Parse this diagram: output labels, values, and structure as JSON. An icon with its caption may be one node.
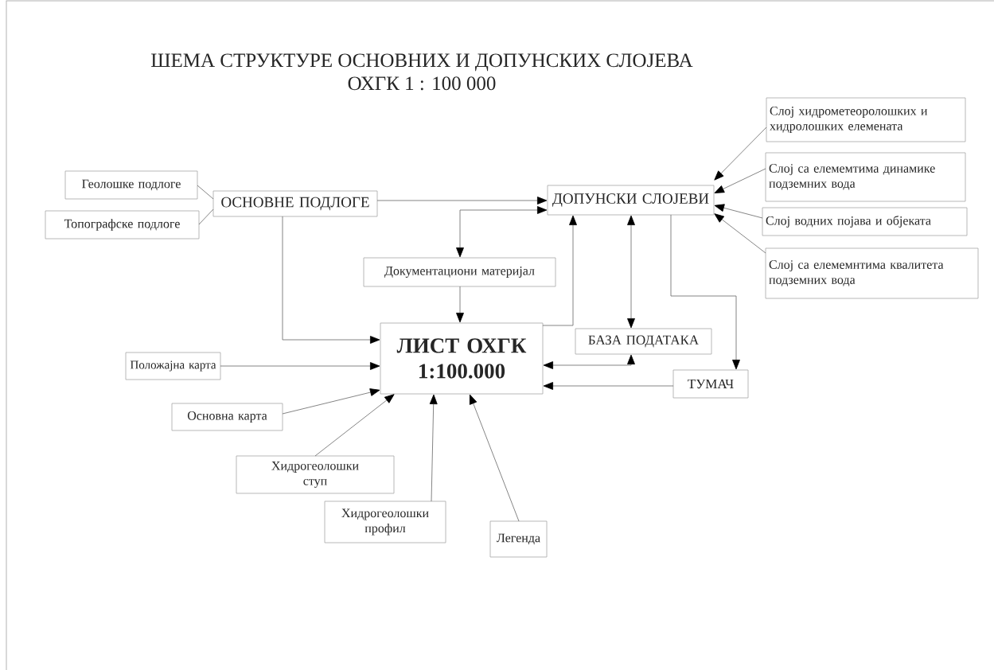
{
  "diagram": {
    "title": "ШЕМА СТРУКТУРЕ ОСНОВНИХ И ДОПУНСКИХ СЛОЈЕВА",
    "labels": [
      "ОХГК 1 : 100 000"
    ],
    "nodes": [
      {
        "text": [
          "Геолошке подлоге"
        ]
      },
      {
        "text": [
          "Топографске подлоге"
        ]
      },
      {
        "text": [
          "ОСНОВНЕ ПОДЛОГЕ"
        ]
      },
      {
        "text": [
          "ДОПУНСКИ СЛОЈЕВИ"
        ]
      },
      {
        "text": [
          "Слој хидрометеоролошких и хидролошких елемената"
        ]
      },
      {
        "text": [
          "Слој са елемемтима динамике подземних вода"
        ]
      },
      {
        "text": [
          "Слој водних појава и објеката"
        ]
      },
      {
        "text": [
          "Слој са елемемнтима квалитета подземних вода"
        ]
      },
      {
        "text": [
          "Документациони материјал"
        ]
      },
      {
        "text": [
          "ЛИСТ ОХГК 1:100.000"
        ]
      },
      {
        "text": [
          "БАЗА ПОДАТАКА"
        ]
      },
      {
        "text": [
          "ТУМАЧ"
        ]
      },
      {
        "text": [
          "Положајна карта"
        ]
      },
      {
        "text": [
          "Основна карта"
        ]
      },
      {
        "text": [
          "Хидрогеолошки ступ"
        ]
      },
      {
        "text": [
          "Хидрогеолошки профил"
        ]
      },
      {
        "text": [
          "Легенда"
        ]
      }
    ],
    "edges": [
      {
        "from": 0,
        "to": 2,
        "arrow": "none"
      },
      {
        "from": 1,
        "to": 2,
        "arrow": "none"
      },
      {
        "from": 2,
        "to": 3,
        "arrow": "to"
      },
      {
        "from": 2,
        "to": 9,
        "arrow": "to"
      },
      {
        "from": 3,
        "to": 8,
        "arrow": "both"
      },
      {
        "from": 8,
        "to": 9,
        "arrow": "to"
      },
      {
        "from": 9,
        "to": 3,
        "arrow": "to"
      },
      {
        "from": 3,
        "to": 10,
        "arrow": "both"
      },
      {
        "from": 10,
        "to": 9,
        "arrow": "both"
      },
      {
        "from": 3,
        "to": 11,
        "arrow": "to"
      },
      {
        "from": 11,
        "to": 9,
        "arrow": "to"
      },
      {
        "from": 4,
        "to": 3,
        "arrow": "to"
      },
      {
        "from": 5,
        "to": 3,
        "arrow": "to"
      },
      {
        "from": 6,
        "to": 3,
        "arrow": "to"
      },
      {
        "from": 7,
        "to": 3,
        "arrow": "to"
      },
      {
        "from": 12,
        "to": 9,
        "arrow": "to"
      },
      {
        "from": 13,
        "to": 9,
        "arrow": "to"
      },
      {
        "from": 14,
        "to": 9,
        "arrow": "to"
      },
      {
        "from": 15,
        "to": 9,
        "arrow": "to"
      },
      {
        "from": 16,
        "to": 9,
        "arrow": "to"
      }
    ]
  }
}
